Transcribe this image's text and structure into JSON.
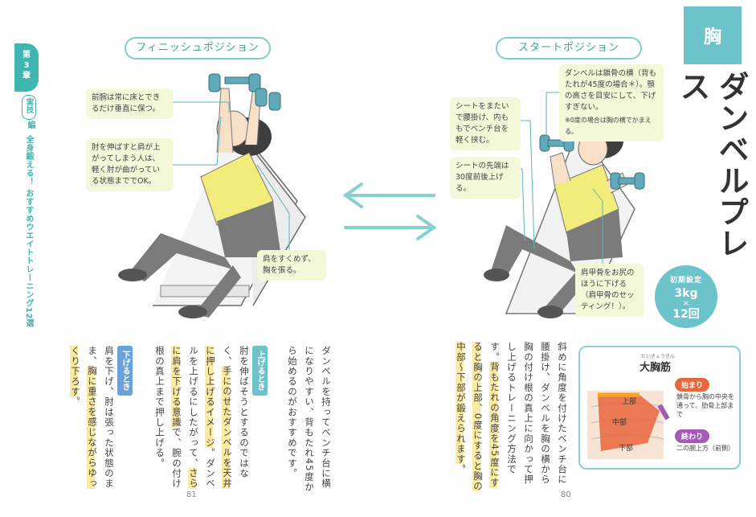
{
  "chapter": {
    "line1": "第",
    "num": "3",
    "line2": "章"
  },
  "side": {
    "jitsu": "実技",
    "hen": "編",
    "subtitle": "全身鍛える！ おすすめウエイトトレーニング12選"
  },
  "left_page": {
    "heading": "フィニッシュポジション",
    "notes": [
      "前腕は常に床とできるだけ垂直に保つ。",
      "肘を伸ばすと肩が上がってしまう人は、軽く肘が曲がっている状態まででOK。",
      "肩をすくめず、胸を張る。"
    ],
    "intro": "ダンベルを持ってベンチ台に横になりやすい、背もたれ45度から始めるのがおすすめです。",
    "raise_tag": "上げるとき",
    "raise_text_a": "肘を伸ばそうとするのではなく、",
    "raise_text_hl1": "手にのせたダンベルを天井に押し上げるイメージ",
    "raise_text_b": "。ダンベルを上げるにしたがって、",
    "raise_text_hl2": "さらに肩を下げる意識",
    "raise_text_c": "で、腕の付け根の真上まで押し上げる。",
    "lower_tag": "下げるとき",
    "lower_text_a": "肩を下げ、肘は張った状態のまま、",
    "lower_text_hl": "胸に重さを感じながらゆっくり下ろす",
    "lower_text_b": "。",
    "page_number": "81"
  },
  "right_page": {
    "heading": "スタートポジション",
    "notes": [
      "シートをまたいで腰掛け、内ももでベンチ台を軽く挟む。",
      "シートの先端は30度前後上げる。",
      "ダンベルは鎖骨の横（背もたれが45度の場合＊）。顎の高さを目安にして、下げすぎない。",
      "肩甲骨をお尻のほうに下げる（肩甲骨のセッティング！）。"
    ],
    "footnote": "※0度の場合は胸の横でかまえる。",
    "category": "胸",
    "title": "インクラインダンベルプレス",
    "badge": {
      "label": "初期設定",
      "weight": "3kg",
      "times": "×",
      "reps": "12回"
    },
    "body_a": "斜めに角度を付けたベンチ台に腰掛け、ダンベルを胸の横から胸の付け根の真上に向かって押し上げるトレーニング方法です。",
    "body_hl": "背もたれの角度を45度にすると胸の上部、0度にすると胸の中部〜下部が鍛えられます",
    "body_b": "。",
    "muscle": {
      "ruby": "だいきょうきん",
      "name": "大胸筋",
      "upper": "上部",
      "middle": "中部",
      "lower": "下部",
      "start_label": "始まり",
      "start_text": "鎖骨から胸の中央を通って、肋骨上部まで",
      "end_label": "終わり",
      "end_text": "二の腕上方（前側）"
    },
    "page_number": "80"
  },
  "colors": {
    "teal": "#6cc3c9",
    "note_bg": "#f3f8d9",
    "highlight": "#fbeaa0",
    "muscle": "#e8663c"
  }
}
